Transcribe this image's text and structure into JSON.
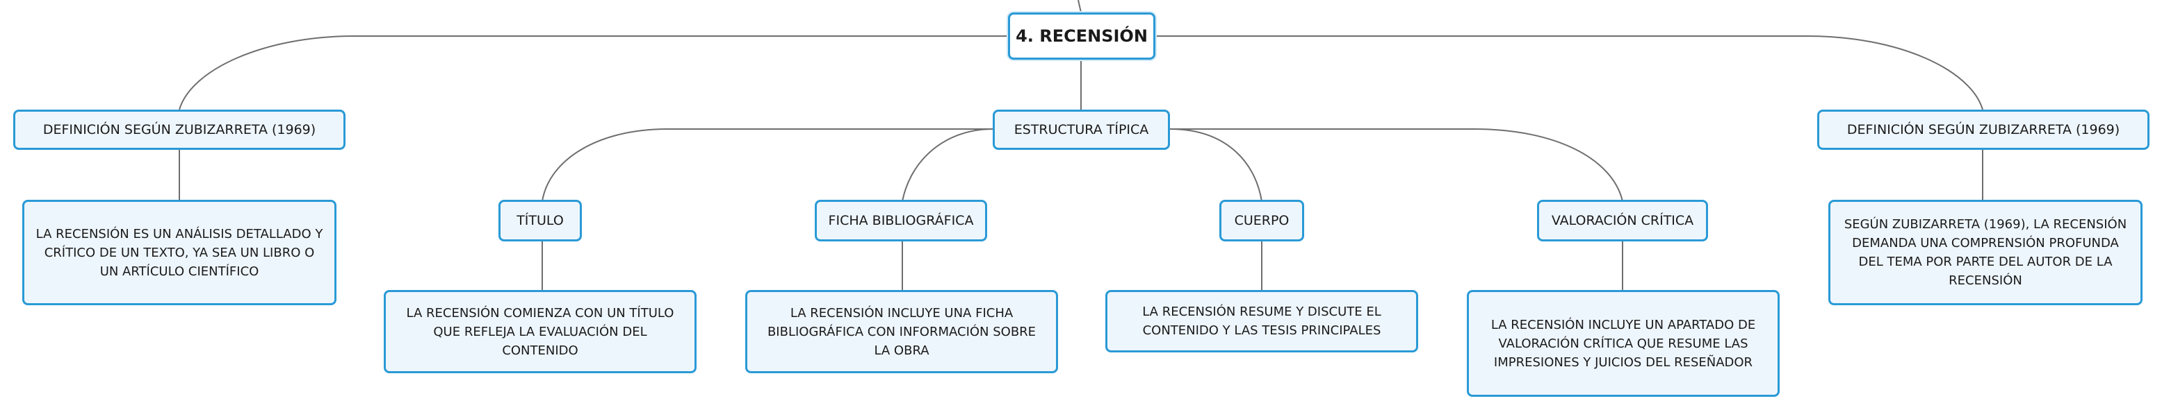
{
  "root": {
    "label": "4. RECENSIÓN"
  },
  "left": {
    "title": "DEFINICIÓN SEGÚN ZUBIZARRETA (1969)",
    "text": "LA RECENSIÓN ES UN ANÁLISIS DETALLADO Y CRÍTICO DE UN TEXTO, YA SEA UN LIBRO O UN ARTÍCULO CIENTÍFICO"
  },
  "structure": {
    "title": "ESTRUCTURA TÍPICA",
    "items": [
      {
        "title": "TÍTULO",
        "text": "LA RECENSIÓN COMIENZA CON UN TÍTULO QUE REFLEJA LA EVALUACIÓN DEL CONTENIDO"
      },
      {
        "title": "FICHA BIBLIOGRÁFICA",
        "text": "LA RECENSIÓN INCLUYE UNA FICHA BIBLIOGRÁFICA CON INFORMACIÓN SOBRE LA OBRA"
      },
      {
        "title": "CUERPO",
        "text": "LA RECENSIÓN RESUME Y DISCUTE EL CONTENIDO Y LAS TESIS PRINCIPALES"
      },
      {
        "title": "VALORACIÓN CRÍTICA",
        "text": "LA RECENSIÓN INCLUYE UN APARTADO DE VALORACIÓN CRÍTICA QUE RESUME LAS IMPRESIONES Y JUICIOS DEL RESEÑADOR"
      }
    ]
  },
  "right": {
    "title": "DEFINICIÓN SEGÚN ZUBIZARRETA (1969)",
    "text": "SEGÚN ZUBIZARRETA (1969), LA RECENSIÓN DEMANDA UNA COMPRENSIÓN PROFUNDA DEL TEMA POR PARTE DEL AUTOR DE LA RECENSIÓN"
  }
}
